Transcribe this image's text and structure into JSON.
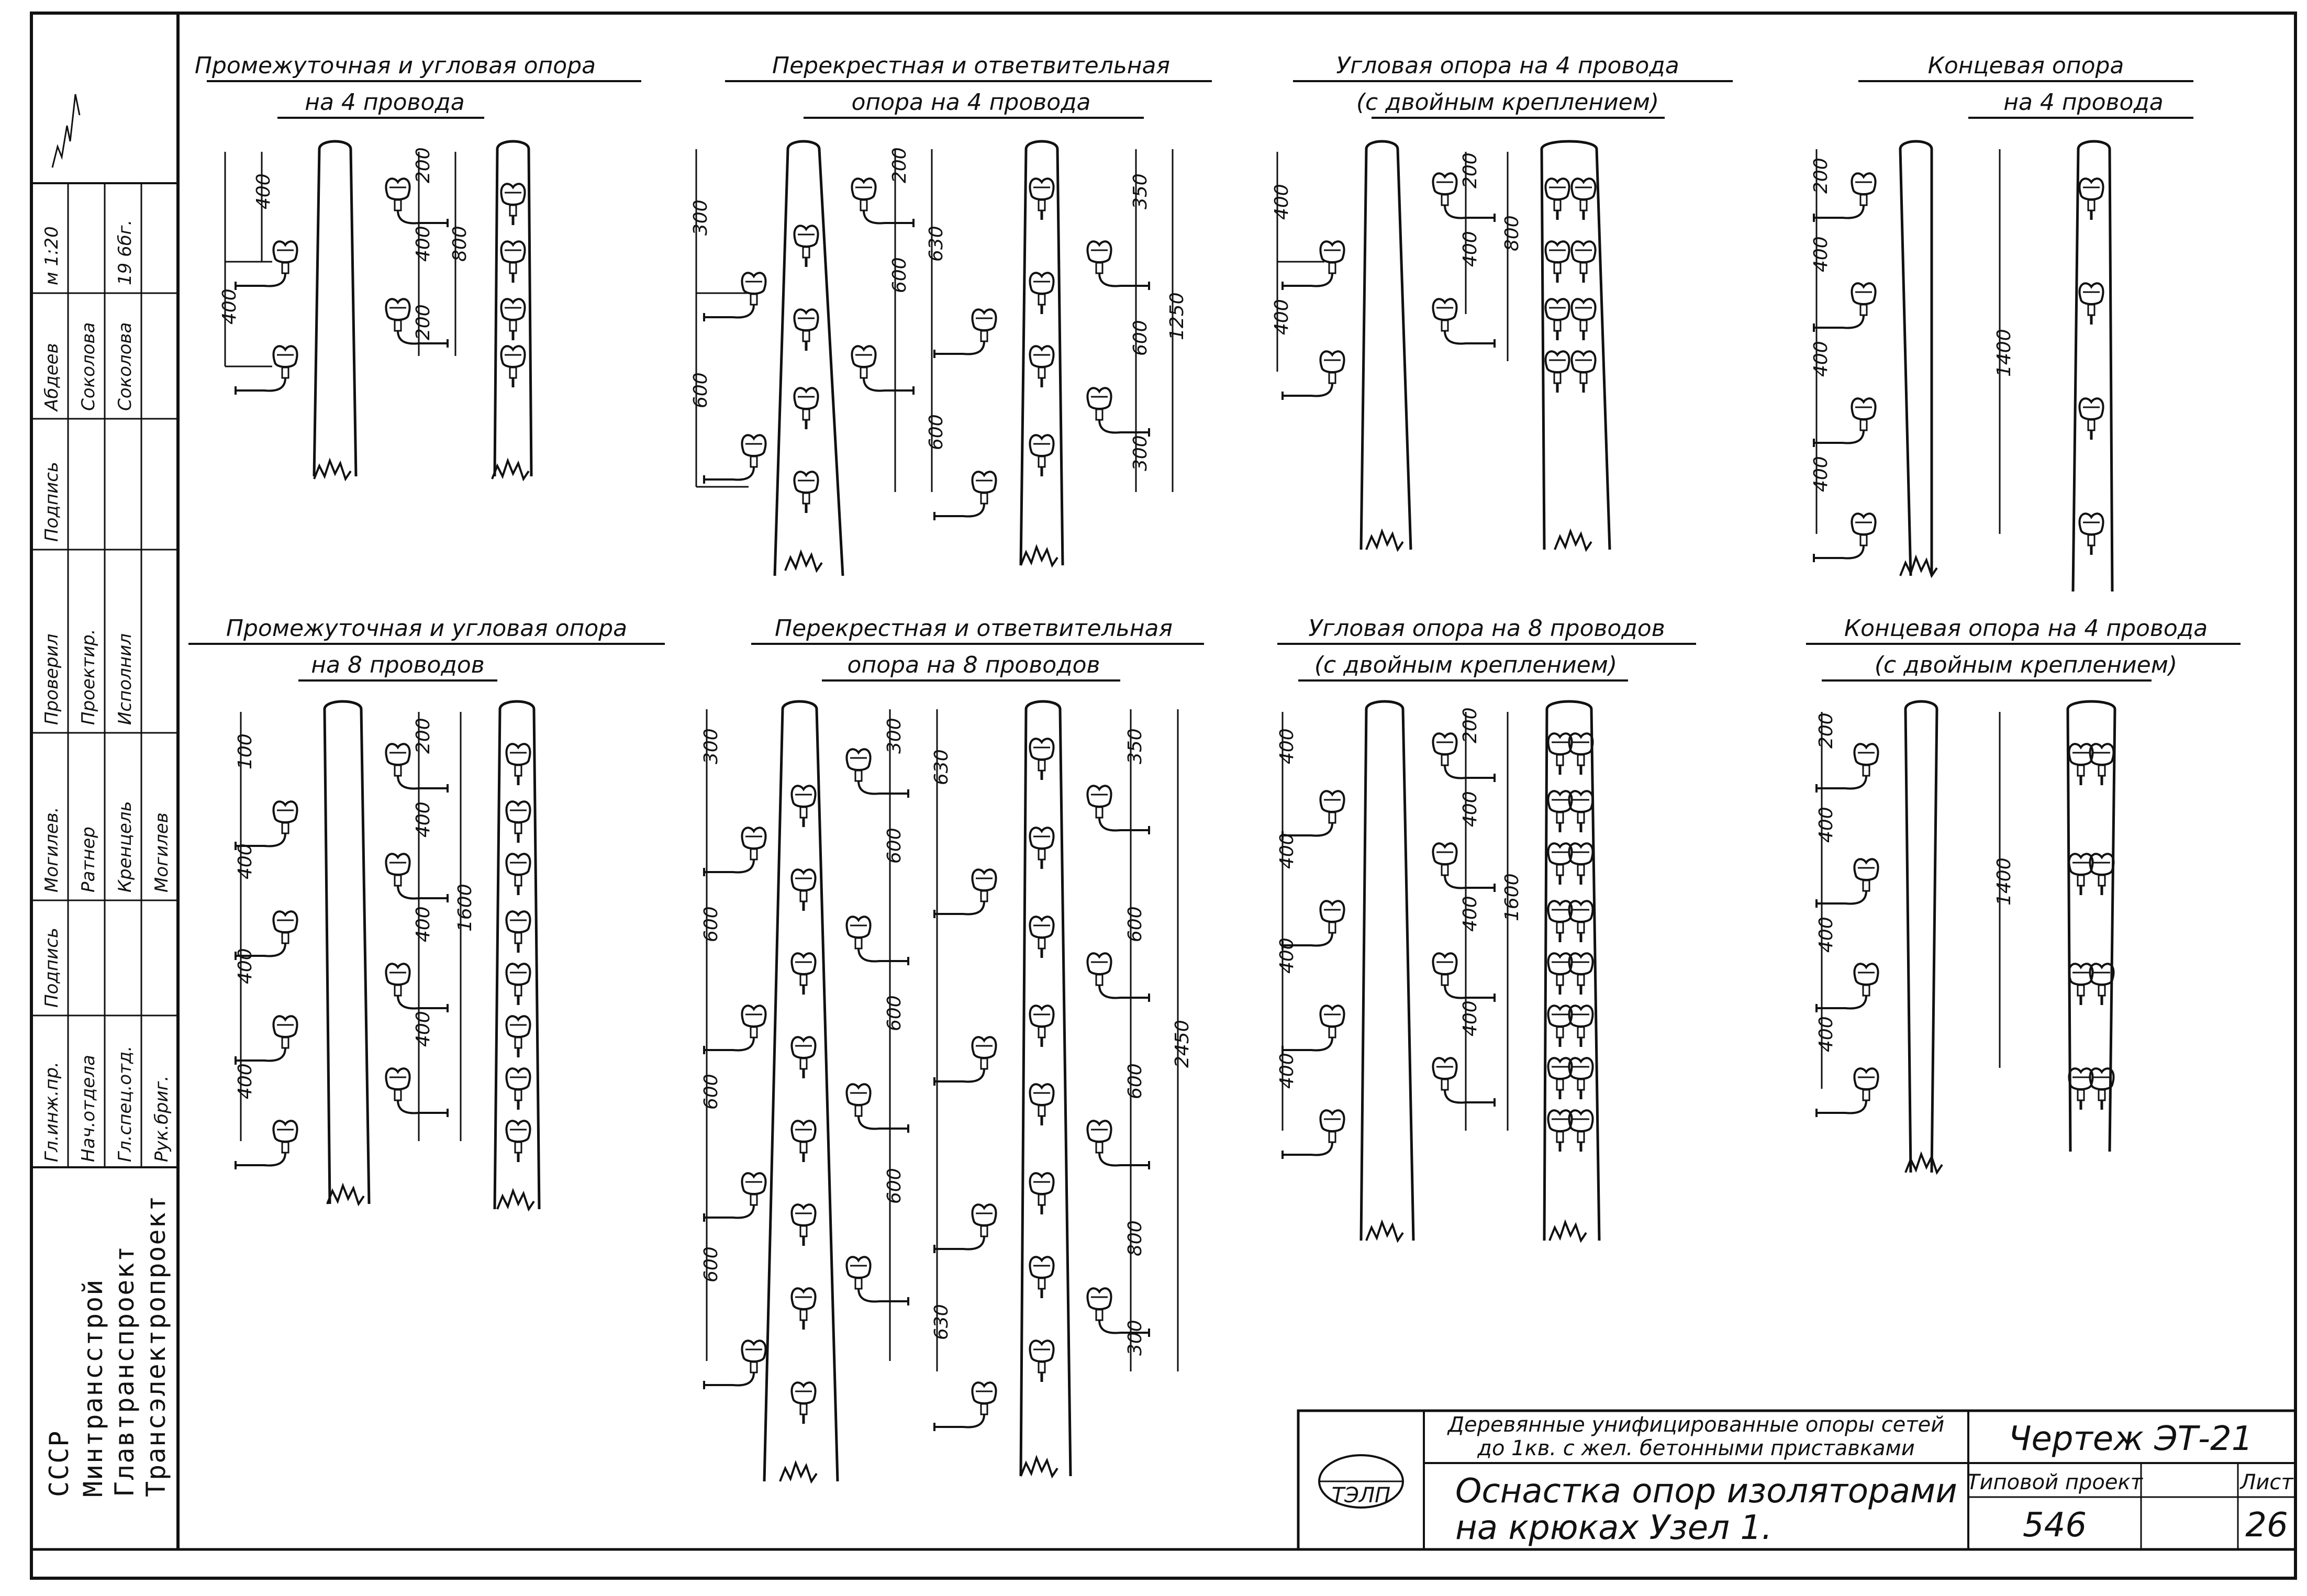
{
  "node_titles": [
    {
      "line1": "Промежуточная и угловая опора",
      "line2": "на 4 провода"
    },
    {
      "line1": "Перекрестная и ответвительная",
      "line2": "опора на 4 провода"
    },
    {
      "line1": "Угловая опора на 4 провода",
      "line2": "(с двойным креплением)"
    },
    {
      "line1": "Концевая опора",
      "line2": "на 4 провода"
    },
    {
      "line1": "Промежуточная и угловая опора",
      "line2": "на 8 проводов"
    },
    {
      "line1": "Перекрестная и ответвительная",
      "line2": "опора на 8 проводов"
    },
    {
      "line1": "Угловая опора на 8 проводов",
      "line2": "(с двойным креплением)"
    },
    {
      "line1": "Концевая опора на 4 провода",
      "line2": "(с двойным креплением)"
    }
  ],
  "dims": {
    "d1": [
      "400",
      "400",
      "200",
      "400",
      "200",
      "800"
    ],
    "d2": [
      "300",
      "600",
      "200",
      "600",
      "600",
      "630",
      "350",
      "600",
      "300",
      "1250"
    ],
    "d3": [
      "400",
      "400",
      "200",
      "400",
      "800"
    ],
    "d4": [
      "200",
      "400",
      "400",
      "400",
      "1400"
    ],
    "d5": [
      "100",
      "400",
      "400",
      "400",
      "200",
      "400",
      "400",
      "400",
      "1600"
    ],
    "d6": [
      "300",
      "600",
      "600",
      "600",
      "300",
      "600",
      "600",
      "600",
      "630",
      "630",
      "350",
      "600",
      "600",
      "800",
      "300",
      "2450"
    ],
    "d7": [
      "400",
      "400",
      "400",
      "400",
      "200",
      "400",
      "400",
      "400",
      "1600"
    ],
    "d8": [
      "200",
      "400",
      "400",
      "400",
      "1400"
    ]
  },
  "sidebar": {
    "org_lines": [
      "СССР",
      "Минтрансстрой",
      "Главтранспроект",
      "Трансэлектропроект"
    ],
    "roles": [
      "Гл.инж.пр.",
      "Нач.отдела",
      "Гл.спец.отд.",
      "Рук.бриг."
    ],
    "names_col1": [
      "Могилев.",
      "Ратнер",
      "Кренцель",
      "Могилев"
    ],
    "col_headers": [
      "Подпись",
      "Проверил",
      "Проектир.",
      "Исполнил",
      "Подпись"
    ],
    "names_col2": [
      "Абдеев",
      "Соколова",
      "Соколова"
    ],
    "scale": "м 1:20",
    "year": "19 6бг."
  },
  "stamp": {
    "logo_text": "ТЭЛП",
    "description_line1": "Деревянные унифицированные опоры сетей",
    "description_line2": "до 1кв. с жел. бетонными приставками",
    "drawing_label": "Чертеж ЭТ-21",
    "title_line1": "Оснастка опор изоляторами",
    "title_line2": "на крюках Узел 1.",
    "project_label": "Типовой проект",
    "sheet_label": "Лист",
    "project_number": "546",
    "sheet_number": "26"
  }
}
